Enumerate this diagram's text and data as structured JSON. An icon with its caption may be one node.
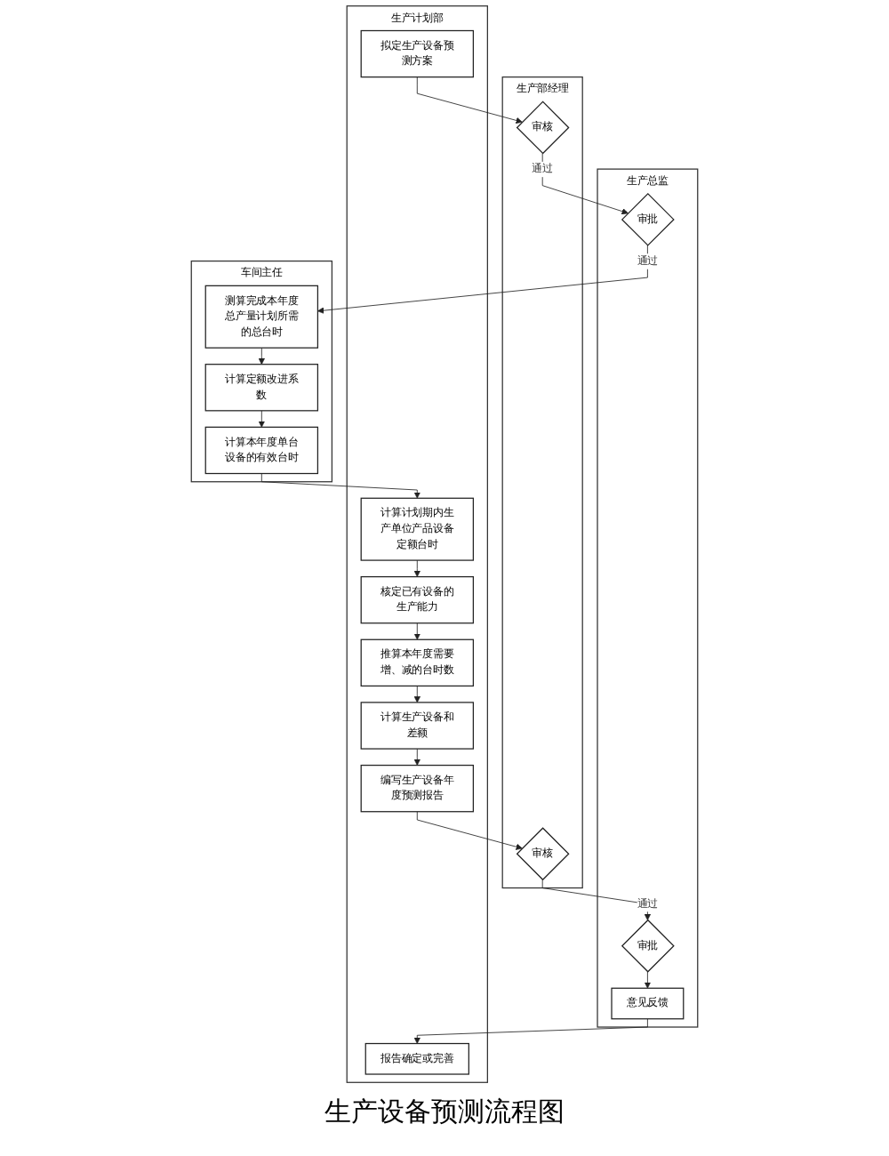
{
  "diagram": {
    "caption": "生产设备预测流程图",
    "nodes": [
      {
        "text": [
          "生产总监"
        ]
      },
      {
        "text": [
          "生产部经理"
        ]
      },
      {
        "text": [
          "生产计划部"
        ]
      },
      {
        "text": [
          "车间主任"
        ]
      },
      {
        "text": [
          "审批"
        ],
        "in": 0
      },
      {
        "text": [
          "审核"
        ],
        "in": 1
      },
      {
        "text": [
          "拟定生产设备预测方案"
        ],
        "in": 2
      },
      {
        "text": [
          "测算完成本年度总产量计划所需的总台时"
        ],
        "in": 3
      },
      {
        "text": [
          "计算定额改进系数"
        ],
        "in": 3
      },
      {
        "text": [
          "计算计划期内生产单位产品设备定额台时"
        ],
        "in": 2
      },
      {
        "text": [
          "计算本年度单台设备的有效台时"
        ],
        "in": 3
      },
      {
        "text": [
          "核定已有设备的生产能力"
        ],
        "in": 2
      },
      {
        "text": [
          "推算本年度需要增、减的台时数"
        ],
        "in": 2
      },
      {
        "text": [
          "计算生产设备和差额"
        ],
        "in": 2
      },
      {
        "text": [
          "审批"
        ],
        "in": 0
      },
      {
        "text": [
          "审核"
        ],
        "in": 1
      },
      {
        "text": [
          "编写生产设备年度预测报告"
        ],
        "in": 2
      },
      {
        "text": [
          "意见反馈"
        ],
        "in": 0
      },
      {
        "text": [
          "报告确定或完善"
        ],
        "in": 2
      }
    ],
    "edges": [
      {
        "from": 6,
        "to": 5,
        "arrow": "to"
      },
      {
        "from": 5,
        "to": 4,
        "arrow": "to",
        "label": "通过"
      },
      {
        "from": 4,
        "to": 7,
        "arrow": "to",
        "label": "通过"
      },
      {
        "from": 7,
        "to": 8,
        "arrow": "to"
      },
      {
        "from": 8,
        "to": 10,
        "arrow": "to"
      },
      {
        "from": 10,
        "to": 9,
        "arrow": "to"
      },
      {
        "from": 9,
        "to": 11,
        "arrow": "to"
      },
      {
        "from": 11,
        "to": 12,
        "arrow": "to"
      },
      {
        "from": 12,
        "to": 13,
        "arrow": "to"
      },
      {
        "from": 13,
        "to": 16,
        "arrow": "to"
      },
      {
        "from": 16,
        "to": 15,
        "arrow": "to"
      },
      {
        "from": 15,
        "to": 14,
        "arrow": "to",
        "label": "通过"
      },
      {
        "from": 14,
        "to": 17,
        "arrow": "to"
      },
      {
        "from": 17,
        "to": 18,
        "arrow": "to"
      }
    ]
  }
}
